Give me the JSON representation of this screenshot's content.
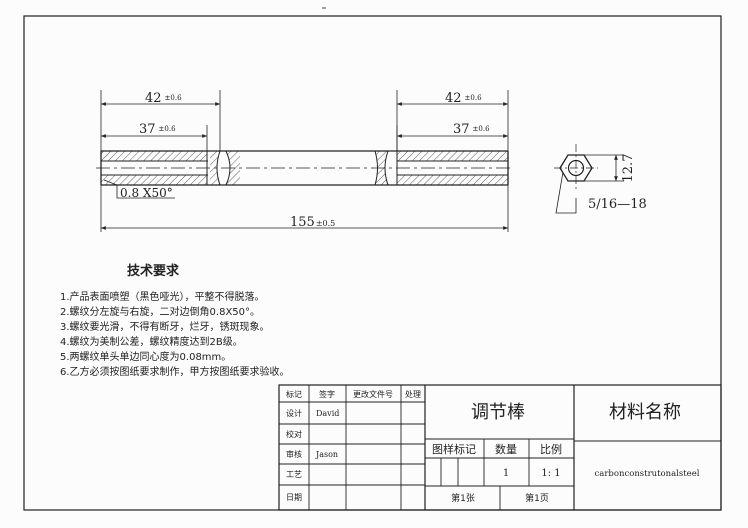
{
  "dimensions": {
    "left_outer": "42",
    "left_outer_tol": "±0.6",
    "left_inner": "37",
    "left_inner_tol": "±0.6",
    "right_outer": "42",
    "right_outer_tol": "±0.6",
    "right_inner": "37",
    "right_inner_tol": "±0.6",
    "chamfer": "0.8 X50°",
    "total": "155",
    "total_tol": "±0.5",
    "hex_size": "12.7",
    "thread": "5/16—18"
  },
  "requirements": {
    "heading": "技术要求",
    "items": [
      "1.产品表面喷塑（黑色哑光），平整不得脱落。",
      "2.螺纹分左旋与右旋，二对边倒角0.8X50°。",
      "3.螺纹要光滑，不得有断牙，烂牙，锈斑现象。",
      "4.螺纹为美制公差，螺纹精度达到2B级。",
      "5.两螺纹单头单边同心度为0.08mm。",
      "6.乙方必须按图纸要求制作，甲方按图纸要求验收。"
    ]
  },
  "title_block": {
    "header_labels": [
      "标记",
      "签字",
      "更改文件号",
      "处理"
    ],
    "row_labels": [
      "设计",
      "校对",
      "审核",
      "工艺",
      "日期"
    ],
    "designer": "David",
    "reviewer": "Jason",
    "part_name": "调节棒",
    "material_label": "材料名称",
    "drawing_mark_label": "图样标记",
    "quantity_label": "数量",
    "scale_label": "比例",
    "quantity": "1",
    "scale": "1: 1",
    "material": "carbonconstrutonalsteel",
    "sheet_total": "第1张",
    "sheet_num": "第1页"
  }
}
